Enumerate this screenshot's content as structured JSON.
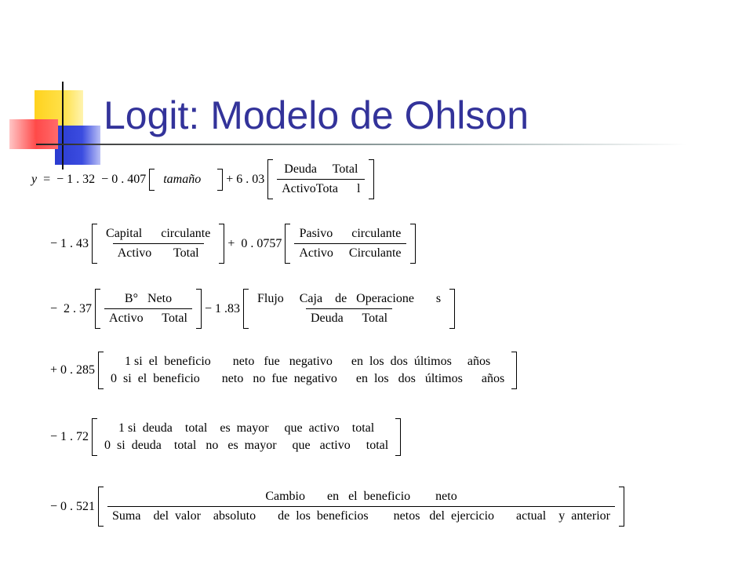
{
  "slide": {
    "title": "Logit: Modelo de Ohlson"
  },
  "equation": {
    "line1": {
      "lhs": "y",
      "eq": "=",
      "const": "− 1 . 32",
      "c1": "− 0 . 407",
      "term1": "tamaño",
      "c2": "+ 6 . 03",
      "f1_num": "Deuda     Total",
      "f1_den": "ActivoTota      l"
    },
    "line2": {
      "c1": "− 1 . 43",
      "f1_num": "Capital      circulante",
      "f1_den": "Activo       Total",
      "c2": "+  0 . 0757",
      "f2_num": "Pasivo      circulante",
      "f2_den": "Activo     Circulante"
    },
    "line3": {
      "c1": "−  2 . 37",
      "f1_num": "B°   Neto",
      "f1_den": "Activo      Total",
      "c2": "− 1 .83",
      "f2_num": "Flujo     Caja    de   Operacione       s",
      "f2_den": "Deuda      Total"
    },
    "line4": {
      "c1": "+ 0 . 285",
      "top": "1 si  el  beneficio       neto   fue   negativo      en  los  dos  últimos     años",
      "bottom": "0  si  el  beneficio       neto   no  fue  negativo      en  los   dos   últimos      años"
    },
    "line5": {
      "c1": "− 1 . 72",
      "top": "1 si  deuda    total    es  mayor     que  activo    total",
      "bottom": "0  si  deuda    total   no   es  mayor     que   activo     total"
    },
    "line6": {
      "c1": "− 0 . 521",
      "num": "Cambio       en   el  beneficio        neto",
      "den": "Suma    del  valor    absoluto       de  los  beneficios        netos   del  ejercicio       actual    y  anterior"
    }
  },
  "colors": {
    "title": "#33339a",
    "deco_yellow": "#ffd21e",
    "deco_blue": "#2a3bd0",
    "deco_red": "#ff4a4a"
  }
}
